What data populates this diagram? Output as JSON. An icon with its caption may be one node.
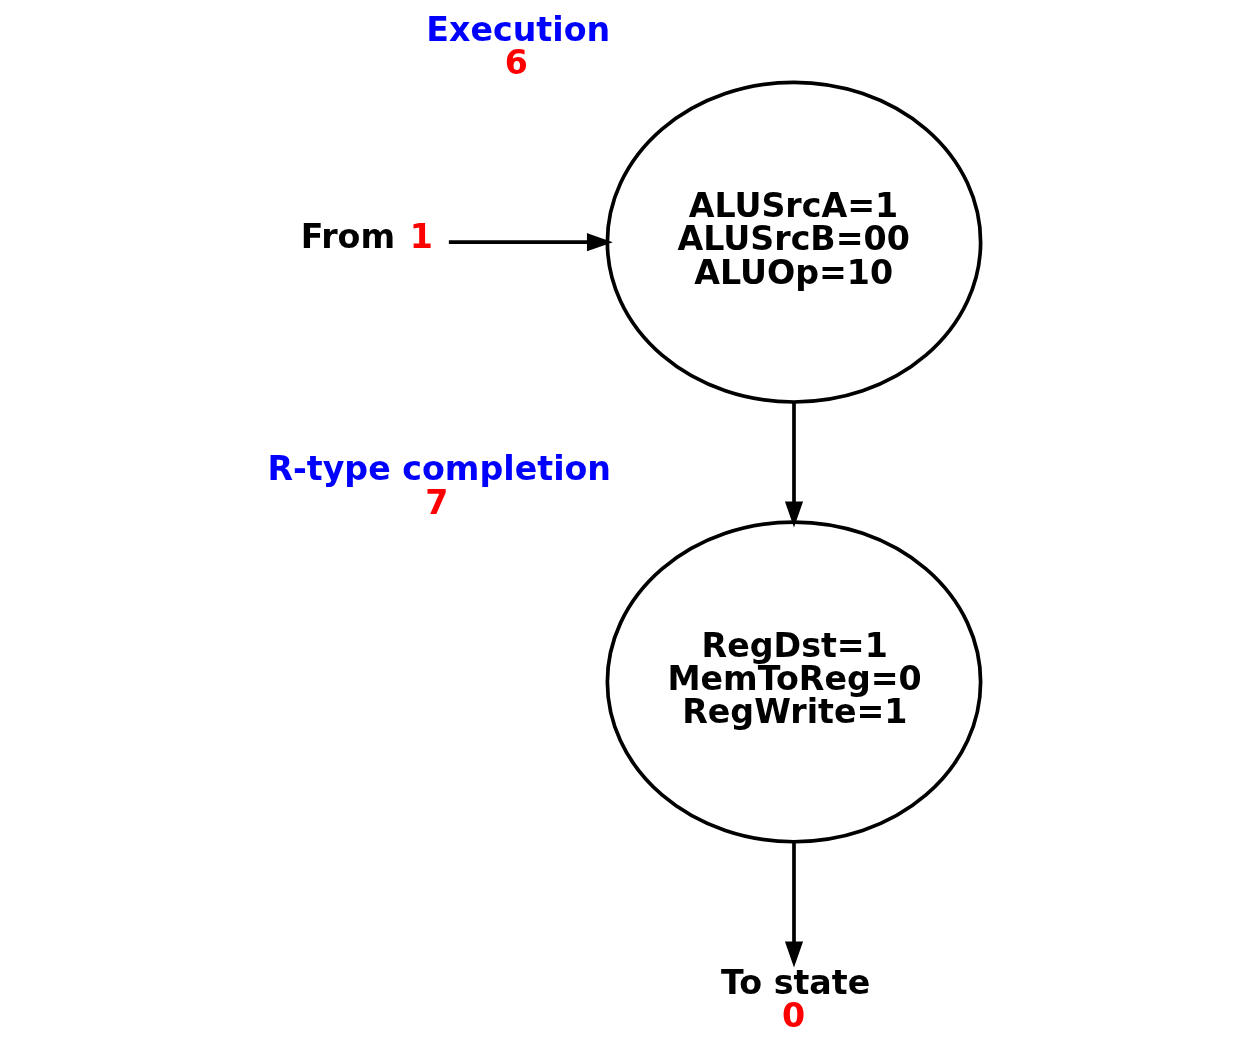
{
  "diagram": {
    "nodes": [
      {
        "text": [
          "From",
          "1"
        ]
      },
      {
        "text": [
          "ALUSrcA=1",
          "ALUSrcB=00",
          "ALUOp=10"
        ],
        "beside": [
          "Execution",
          "6"
        ]
      },
      {
        "text": [
          "RegDst=1",
          "MemToReg=0",
          "RegWrite=1"
        ],
        "beside": [
          "R-type completion",
          "7"
        ]
      },
      {
        "text": [
          "To state",
          "0"
        ]
      }
    ],
    "edges": [
      {
        "from": 0,
        "to": 1,
        "arrow": "to"
      },
      {
        "from": 1,
        "to": 2,
        "arrow": "to"
      },
      {
        "from": 2,
        "to": 3,
        "arrow": "to"
      }
    ]
  }
}
